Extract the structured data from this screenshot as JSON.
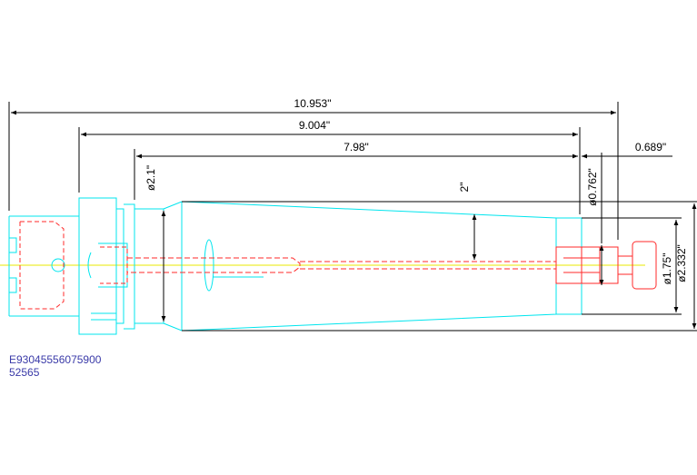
{
  "dimensions": {
    "overall_length": "10.953\"",
    "shank_length": "9.004\"",
    "body_length": "7.98\"",
    "extension": "0.689\"",
    "taper_note": "2\"",
    "dia_flange": "ø2.1\"",
    "dia_bore": "ø0.762\"",
    "dia_nose": "ø1.75\"",
    "dia_body": "ø2.332\""
  },
  "part_info": {
    "part_number": "E93045556075900",
    "code": "52565"
  },
  "colors": {
    "outline": "#00e5ee",
    "hidden": "#ff2a2a",
    "centerline": "#e8e800",
    "dimension": "#000000",
    "label": "#3a3aa8"
  }
}
